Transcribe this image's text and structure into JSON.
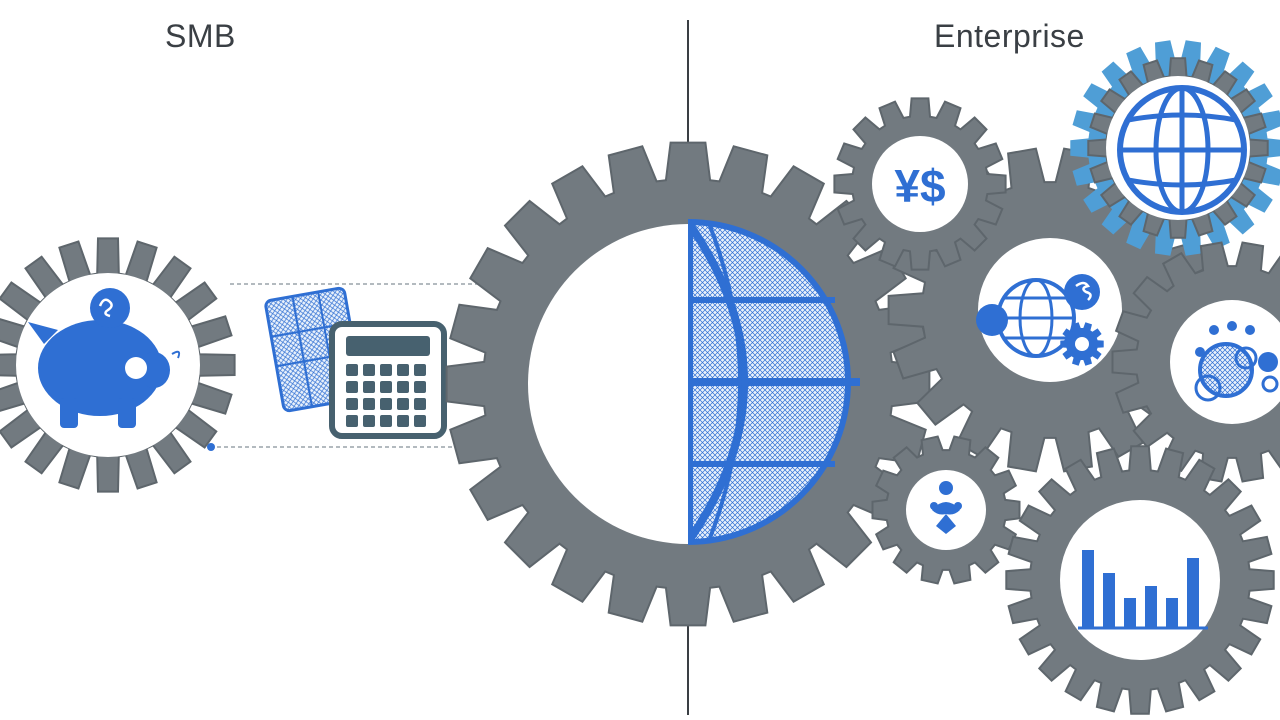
{
  "labels": {
    "left": "SMB",
    "right": "Enterprise"
  },
  "colors": {
    "gear": "#727a80",
    "gear_dark": "#5e666c",
    "accent_blue": "#2f6fd3",
    "ring_blue": "#4f9ed6",
    "divider": "#3a3f44",
    "connector": "#9aa3aa",
    "background": "#ffffff"
  },
  "icons": {
    "smb_gear": "piggy-bank-icon",
    "smb_calculator": "calculator-icon",
    "center_gear": "half-globe-icon",
    "currency_gear": "currency-icon",
    "globe_gear": "globe-icon",
    "network_gear": "globe-network-icon",
    "cluster_gear": "data-cluster-icon",
    "finance_gear": "finance-icon",
    "chart_gear": "bar-chart-icon"
  },
  "currency_symbols": "¥$",
  "chart_bars": [
    0.78,
    0.55,
    0.3,
    0.42,
    0.3,
    0.7
  ]
}
